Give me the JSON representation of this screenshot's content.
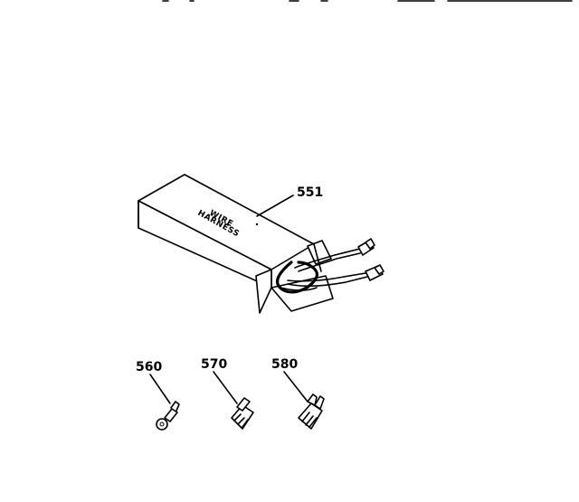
{
  "diagram": {
    "box_label_line1": "WIRE",
    "box_label_line2": "HARNESS",
    "callouts": {
      "harness": "551",
      "terminal_a": "560",
      "terminal_b": "570",
      "terminal_c": "580"
    }
  }
}
